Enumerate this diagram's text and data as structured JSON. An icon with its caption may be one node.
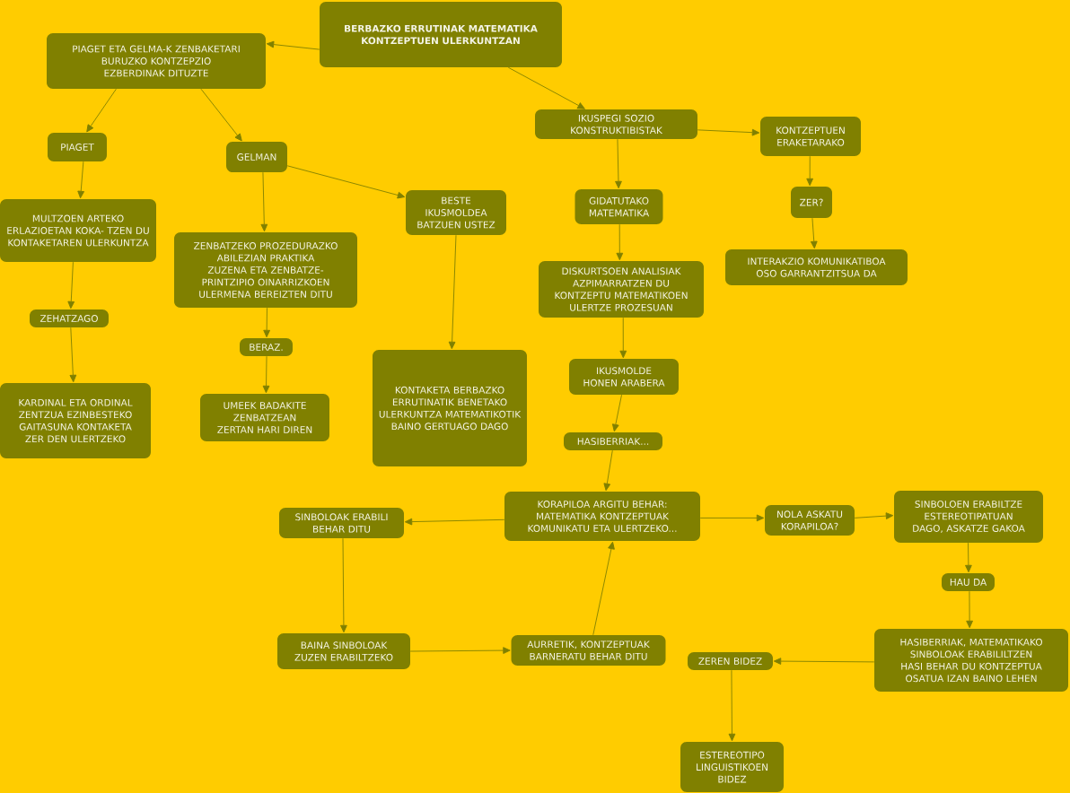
{
  "diagram": {
    "nodes": [
      {
        "text": [
          "BERBAZKO ERRUTINAK MATEMATIKA KONTZEPTUEN ULERKUNTZAN"
        ]
      },
      {
        "text": [
          "PIAGET ETA GELMA-K ZENBAKETARI BURUZKO KONTZEPZIO EZBERDINAK DITUZTE"
        ]
      },
      {
        "text": [
          "PIAGET"
        ]
      },
      {
        "text": [
          "GELMAN"
        ]
      },
      {
        "text": [
          "MULTZOEN ARTEKO ERLAZIOETAN KOKA- TZEN DU KONTAKETAREN ULERKUNTZA"
        ]
      },
      {
        "text": [
          "ZENBATZEKO PROZEDURAZKO ABILEZIAN PRAKTIKA ZUZENA ETA ZENBATZE-PRINTZIPIO OINARRIZKOEN ULERMENA BEREIZTEN DITU"
        ]
      },
      {
        "text": [
          "BESTE IKUSMOLDEA BATZUEN USTEZ"
        ]
      },
      {
        "text": [
          "ZEHATZAGO"
        ]
      },
      {
        "text": [
          "BERAZ."
        ]
      },
      {
        "text": [
          "KARDINAL ETA ORDINAL ZENTZUA EZINBESTEKO GAITASUNA KONTAKETA ZER DEN ULERTZEKO"
        ]
      },
      {
        "text": [
          "UMEEK BADAKITE ZENBATZEAN ZERTAN HARI DIREN"
        ]
      },
      {
        "text": [
          "KONTAKETA BERBAZKO ERRUTINATIK BENETAKO ULERKUNTZA MATEMATIKOTIK BAINO GERTUAGO DAGO"
        ]
      },
      {
        "text": [
          "IKUSPEGI SOZIO KONSTRUKTIBISTAK"
        ]
      },
      {
        "text": [
          "KONTZEPTUEN ERAKETARAKO"
        ]
      },
      {
        "text": [
          "GIDATUTAKO MATEMATIKA"
        ]
      },
      {
        "text": [
          "ZER?"
        ]
      },
      {
        "text": [
          "DISKURTSOEN ANALISIAK AZPIMARRATZEN DU KONTZEPTU MATEMATIKOEN ULERTZE PROZESUAN"
        ]
      },
      {
        "text": [
          "INTERAKZIO KOMUNIKATIBOA OSO GARRANTZITSUA DA"
        ]
      },
      {
        "text": [
          "IKUSMOLDE HONEN ARABERA"
        ]
      },
      {
        "text": [
          "HASIBERRIAK..."
        ]
      },
      {
        "text": [
          "KORAPILOA ARGITU BEHAR: MATEMATIKA KONTZEPTUAK KOMUNIKATU ETA ULERTZEKO..."
        ]
      },
      {
        "text": [
          "SINBOLOAK ERABILI BEHAR DITU"
        ]
      },
      {
        "text": [
          "NOLA ASKATU KORAPILOA?"
        ]
      },
      {
        "text": [
          "SINBOLOEN ERABILTZE ESTEREOTIPATUAN DAGO, ASKATZE GAKOA"
        ]
      },
      {
        "text": [
          "HAU DA"
        ]
      },
      {
        "text": [
          "BAINA SINBOLOAK ZUZEN ERABILTZEKO"
        ]
      },
      {
        "text": [
          "AURRETIK, KONTZEPTUAK BARNERATU BEHAR DITU"
        ]
      },
      {
        "text": [
          "HASIBERRIAK, MATEMATIKAKO SINBOLOAK ERABILILTZEN HASI BEHAR DU KONTZEPTUA OSATUA IZAN BAINO LEHEN"
        ]
      },
      {
        "text": [
          "ZEREN BIDEZ"
        ]
      },
      {
        "text": [
          "ESTEREOTIPO LINGUISTIKOEN BIDEZ"
        ]
      }
    ],
    "edges": [
      {
        "from": 0,
        "to": 1,
        "arrow": "to"
      },
      {
        "from": 0,
        "to": 12,
        "arrow": "to"
      },
      {
        "from": 1,
        "to": 2,
        "arrow": "to"
      },
      {
        "from": 1,
        "to": 3,
        "arrow": "to"
      },
      {
        "from": 2,
        "to": 4,
        "arrow": "to"
      },
      {
        "from": 3,
        "to": 5,
        "arrow": "to"
      },
      {
        "from": 3,
        "to": 6,
        "arrow": "to"
      },
      {
        "from": 4,
        "to": 7,
        "arrow": "to"
      },
      {
        "from": 5,
        "to": 8,
        "arrow": "to"
      },
      {
        "from": 6,
        "to": 11,
        "arrow": "to"
      },
      {
        "from": 7,
        "to": 9,
        "arrow": "to"
      },
      {
        "from": 8,
        "to": 10,
        "arrow": "to"
      },
      {
        "from": 12,
        "to": 13,
        "arrow": "to"
      },
      {
        "from": 12,
        "to": 14,
        "arrow": "to"
      },
      {
        "from": 13,
        "to": 15,
        "arrow": "to"
      },
      {
        "from": 14,
        "to": 16,
        "arrow": "to"
      },
      {
        "from": 15,
        "to": 17,
        "arrow": "to"
      },
      {
        "from": 16,
        "to": 18,
        "arrow": "to"
      },
      {
        "from": 18,
        "to": 19,
        "arrow": "to"
      },
      {
        "from": 19,
        "to": 20,
        "arrow": "to"
      },
      {
        "from": 20,
        "to": 21,
        "arrow": "to"
      },
      {
        "from": 20,
        "to": 22,
        "arrow": "to"
      },
      {
        "from": 22,
        "to": 23,
        "arrow": "to"
      },
      {
        "from": 21,
        "to": 25,
        "arrow": "to"
      },
      {
        "from": 25,
        "to": 26,
        "arrow": "to"
      },
      {
        "from": 26,
        "to": 20,
        "arrow": "to"
      },
      {
        "from": 23,
        "to": 24,
        "arrow": "to"
      },
      {
        "from": 24,
        "to": 27,
        "arrow": "to"
      },
      {
        "from": 27,
        "to": 28,
        "arrow": "to"
      },
      {
        "from": 28,
        "to": 29,
        "arrow": "to"
      }
    ]
  }
}
